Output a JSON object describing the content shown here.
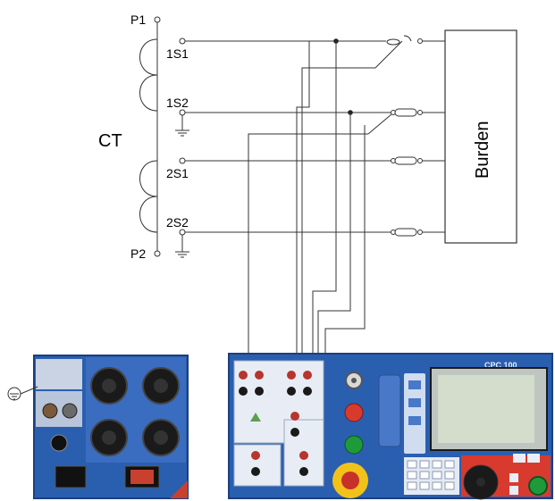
{
  "diagram": {
    "ct_label": "CT",
    "primary_terminals": [
      "P1",
      "P2"
    ],
    "secondary_terminals": [
      "1S1",
      "1S2",
      "2S1",
      "2S2"
    ],
    "burden_label": "Burden",
    "panel_brand": "CPC 100"
  },
  "colors": {
    "panel_blue": "#2a5fb0",
    "panel_dark_blue": "#1c3f7c",
    "socket_red": "#b8342c",
    "socket_black": "#1a1a1a",
    "button_red": "#d93a2e",
    "button_green": "#1f9a3b",
    "emergency_yellow": "#f2c21a",
    "display_green": "#d4dccc"
  },
  "icons": [
    "ground-icon",
    "switch-icon",
    "link-icon"
  ]
}
